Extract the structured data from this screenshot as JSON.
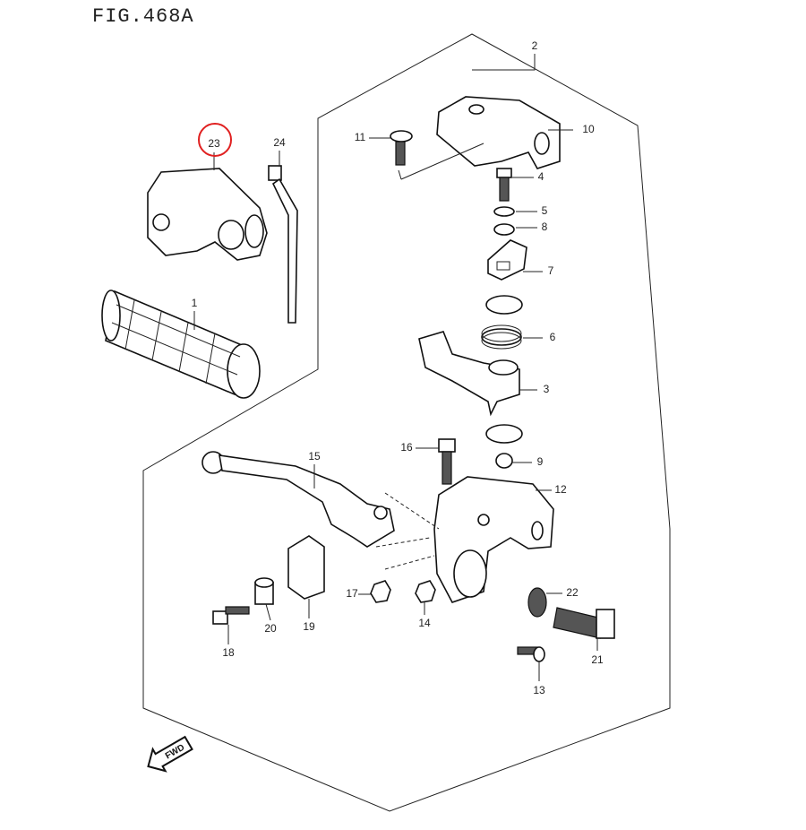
{
  "figure": {
    "title": "FIG.468A",
    "highlight_color": "#e02020",
    "highlighted_part": "23",
    "fwd_label": "FWD"
  },
  "parts": {
    "p1": "1",
    "p2": "2",
    "p3": "3",
    "p4": "4",
    "p5": "5",
    "p6": "6",
    "p7": "7",
    "p8": "8",
    "p9": "9",
    "p10": "10",
    "p11": "11",
    "p12": "12",
    "p13": "13",
    "p14": "14",
    "p15": "15",
    "p16": "16",
    "p17": "17",
    "p18": "18",
    "p19": "19",
    "p20": "20",
    "p21": "21",
    "p22": "22",
    "p23": "23",
    "p24": "24"
  }
}
